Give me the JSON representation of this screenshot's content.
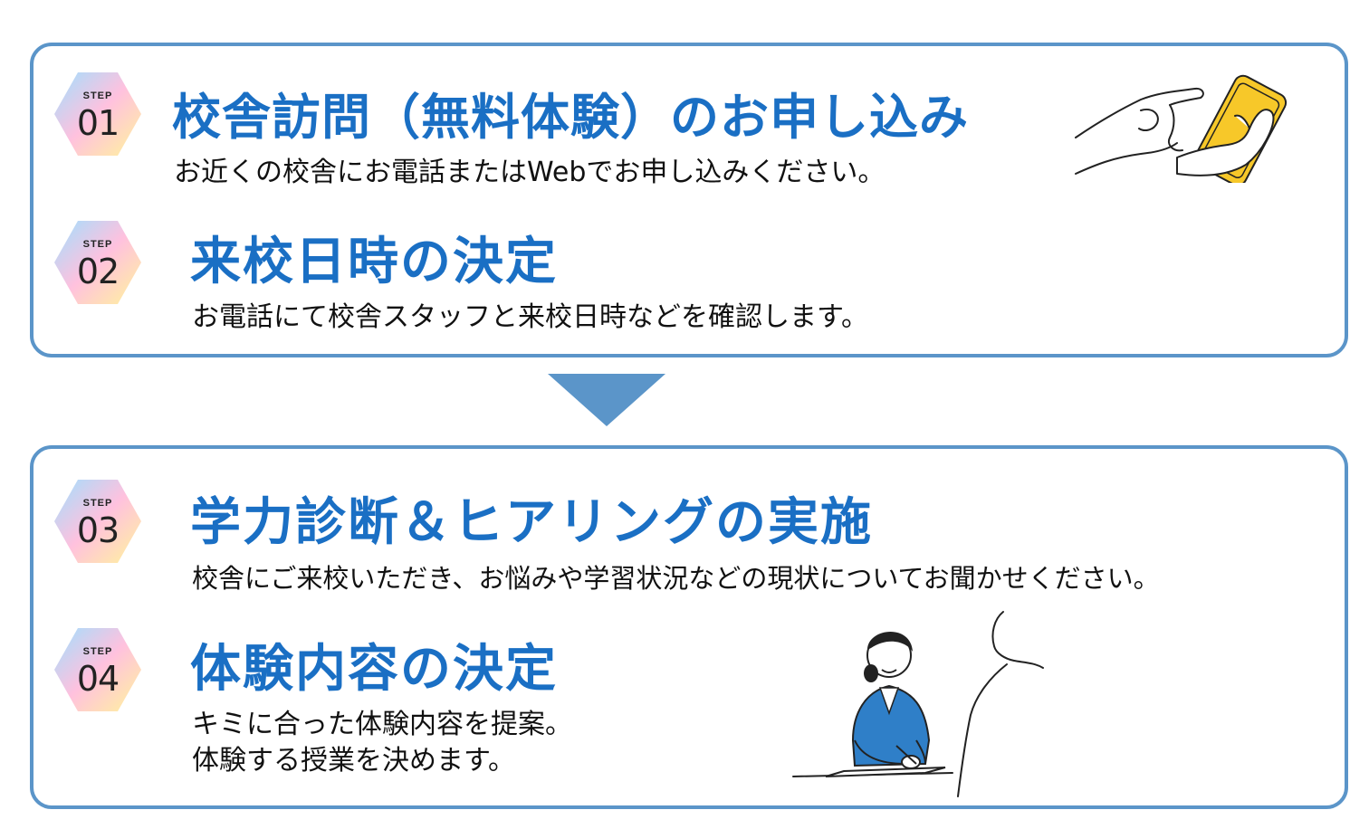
{
  "steps": [
    {
      "word": "STEP",
      "number": "01",
      "title": "校舎訪問（無料体験）のお申し込み",
      "lines": [
        "お近くの校舎にお電話またはWebでお申し込みください。"
      ]
    },
    {
      "word": "STEP",
      "number": "02",
      "title": "来校日時の決定",
      "lines": [
        "お電話にて校舎スタッフと来校日時などを確認します。"
      ]
    },
    {
      "word": "STEP",
      "number": "03",
      "title": "学力診断＆ヒアリングの実施",
      "lines": [
        "校舎にご来校いただき、お悩みや学習状況などの現状についてお聞かせください。"
      ]
    },
    {
      "word": "STEP",
      "number": "04",
      "title": "体験内容の決定",
      "lines": [
        "キミに合った体験内容を提案。",
        "体験する授業を決めます。"
      ]
    }
  ],
  "colors": {
    "accent_blue": "#1a6fc4",
    "border_blue": "#5b95c9",
    "arrow_blue": "#5b95c9",
    "badge_gradient": [
      "#9fe0ff",
      "#ffc1de",
      "#fff59a"
    ],
    "phone_yellow": "#f7c829",
    "suit_blue": "#2f7fc8"
  },
  "icons": {
    "badge": "hexagon-gradient-badge",
    "arrow": "down-triangle-arrow",
    "illustration_1": "hand-holding-smartphone-illustration",
    "illustration_2": "counselor-meeting-illustration"
  }
}
